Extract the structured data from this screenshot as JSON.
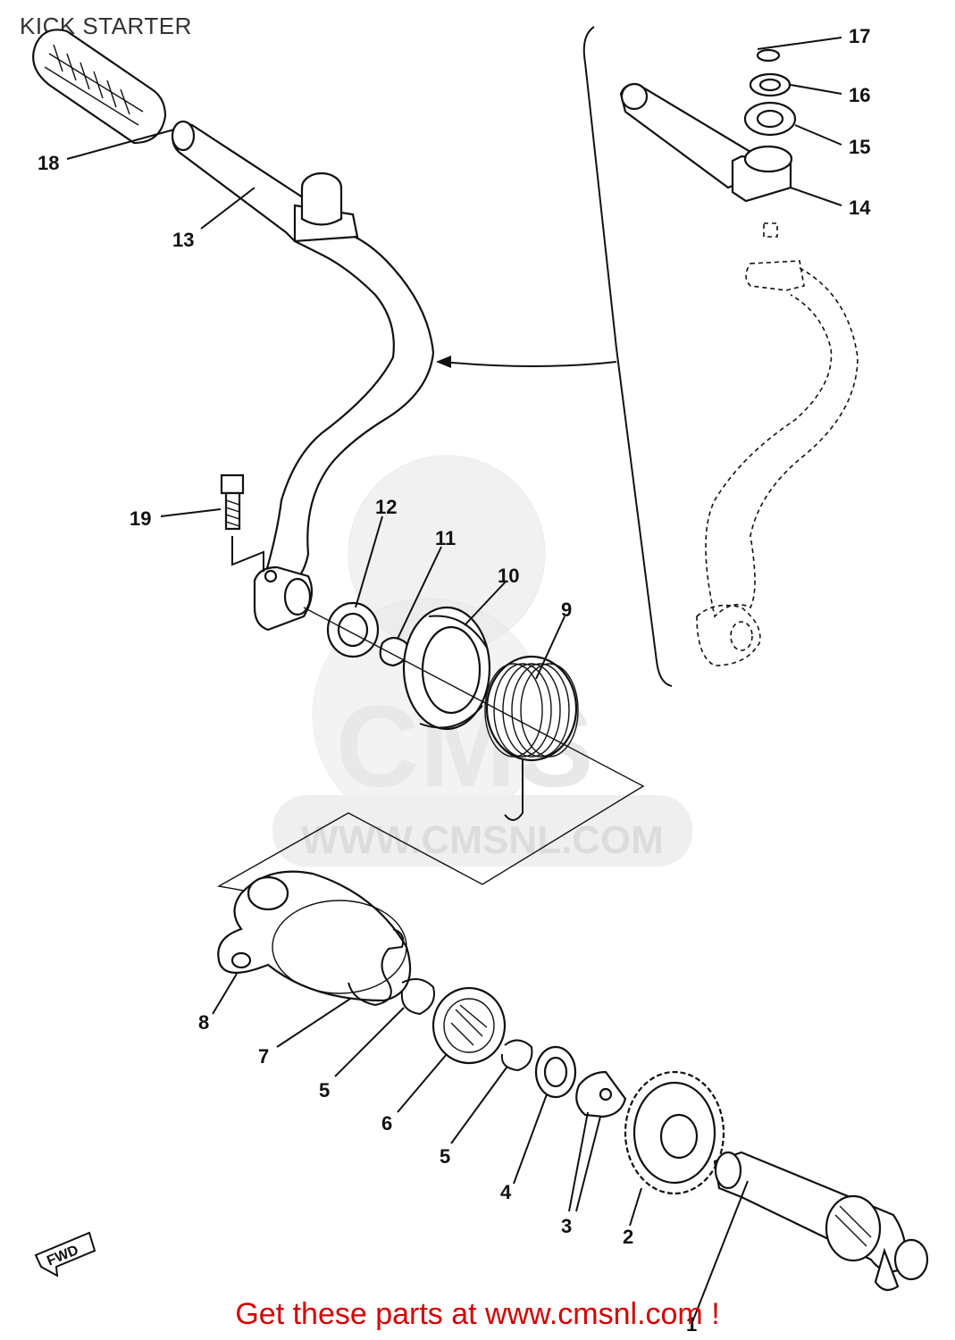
{
  "title": "KICK STARTER",
  "watermark": "WWW.CMSNL.COM",
  "watermark_logo": "CMS",
  "fwd_label": "FWD",
  "footer": "Get these parts at www.cmsnl.com !",
  "colors": {
    "footer": "#d40000",
    "lines": "#111111",
    "watermark": "#e6e6e6"
  },
  "callouts": [
    {
      "id": "c1",
      "text": "1"
    },
    {
      "id": "c2",
      "text": "2"
    },
    {
      "id": "c3",
      "text": "3"
    },
    {
      "id": "c4",
      "text": "4"
    },
    {
      "id": "c5a",
      "text": "5"
    },
    {
      "id": "c5b",
      "text": "5"
    },
    {
      "id": "c6",
      "text": "6"
    },
    {
      "id": "c7",
      "text": "7"
    },
    {
      "id": "c8",
      "text": "8"
    },
    {
      "id": "c9",
      "text": "9"
    },
    {
      "id": "c10",
      "text": "10"
    },
    {
      "id": "c11",
      "text": "11"
    },
    {
      "id": "c12",
      "text": "12"
    },
    {
      "id": "c13",
      "text": "13"
    },
    {
      "id": "c14",
      "text": "14"
    },
    {
      "id": "c15",
      "text": "15"
    },
    {
      "id": "c16",
      "text": "16"
    },
    {
      "id": "c17",
      "text": "17"
    },
    {
      "id": "c18",
      "text": "18"
    },
    {
      "id": "c19",
      "text": "19"
    }
  ]
}
